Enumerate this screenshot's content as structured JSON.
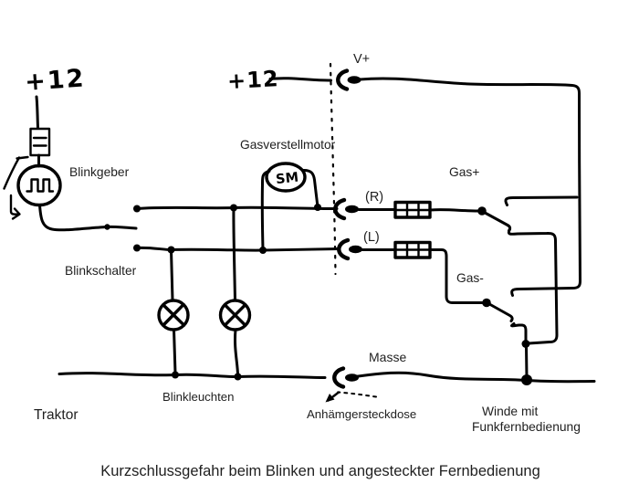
{
  "colors": {
    "ink": "#000000",
    "label_text": "#1f1f1f",
    "background": "#ffffff"
  },
  "labels": {
    "supply_left": "+12",
    "supply_socket": "+12",
    "v_plus": "V+",
    "gasverstellmotor": "Gasverstellmotor",
    "motor_symbol": "SM",
    "blinkgeber": "Blinkgeber",
    "blinkschalter": "Blinkschalter",
    "contact_right": "(R)",
    "contact_left": "(L)",
    "gas_plus": "Gas+",
    "gas_minus": "Gas-",
    "masse": "Masse",
    "blinkleuchten": "Blinkleuchten",
    "traktor": "Traktor",
    "anhaengersteckdose": "Anhämgersteckdose",
    "winde_line1": "Winde mit",
    "winde_line2": "Funkfernbedienung",
    "caption": "Kurzschlussgefahr beim Blinken und angesteckter Fernbedienung"
  }
}
